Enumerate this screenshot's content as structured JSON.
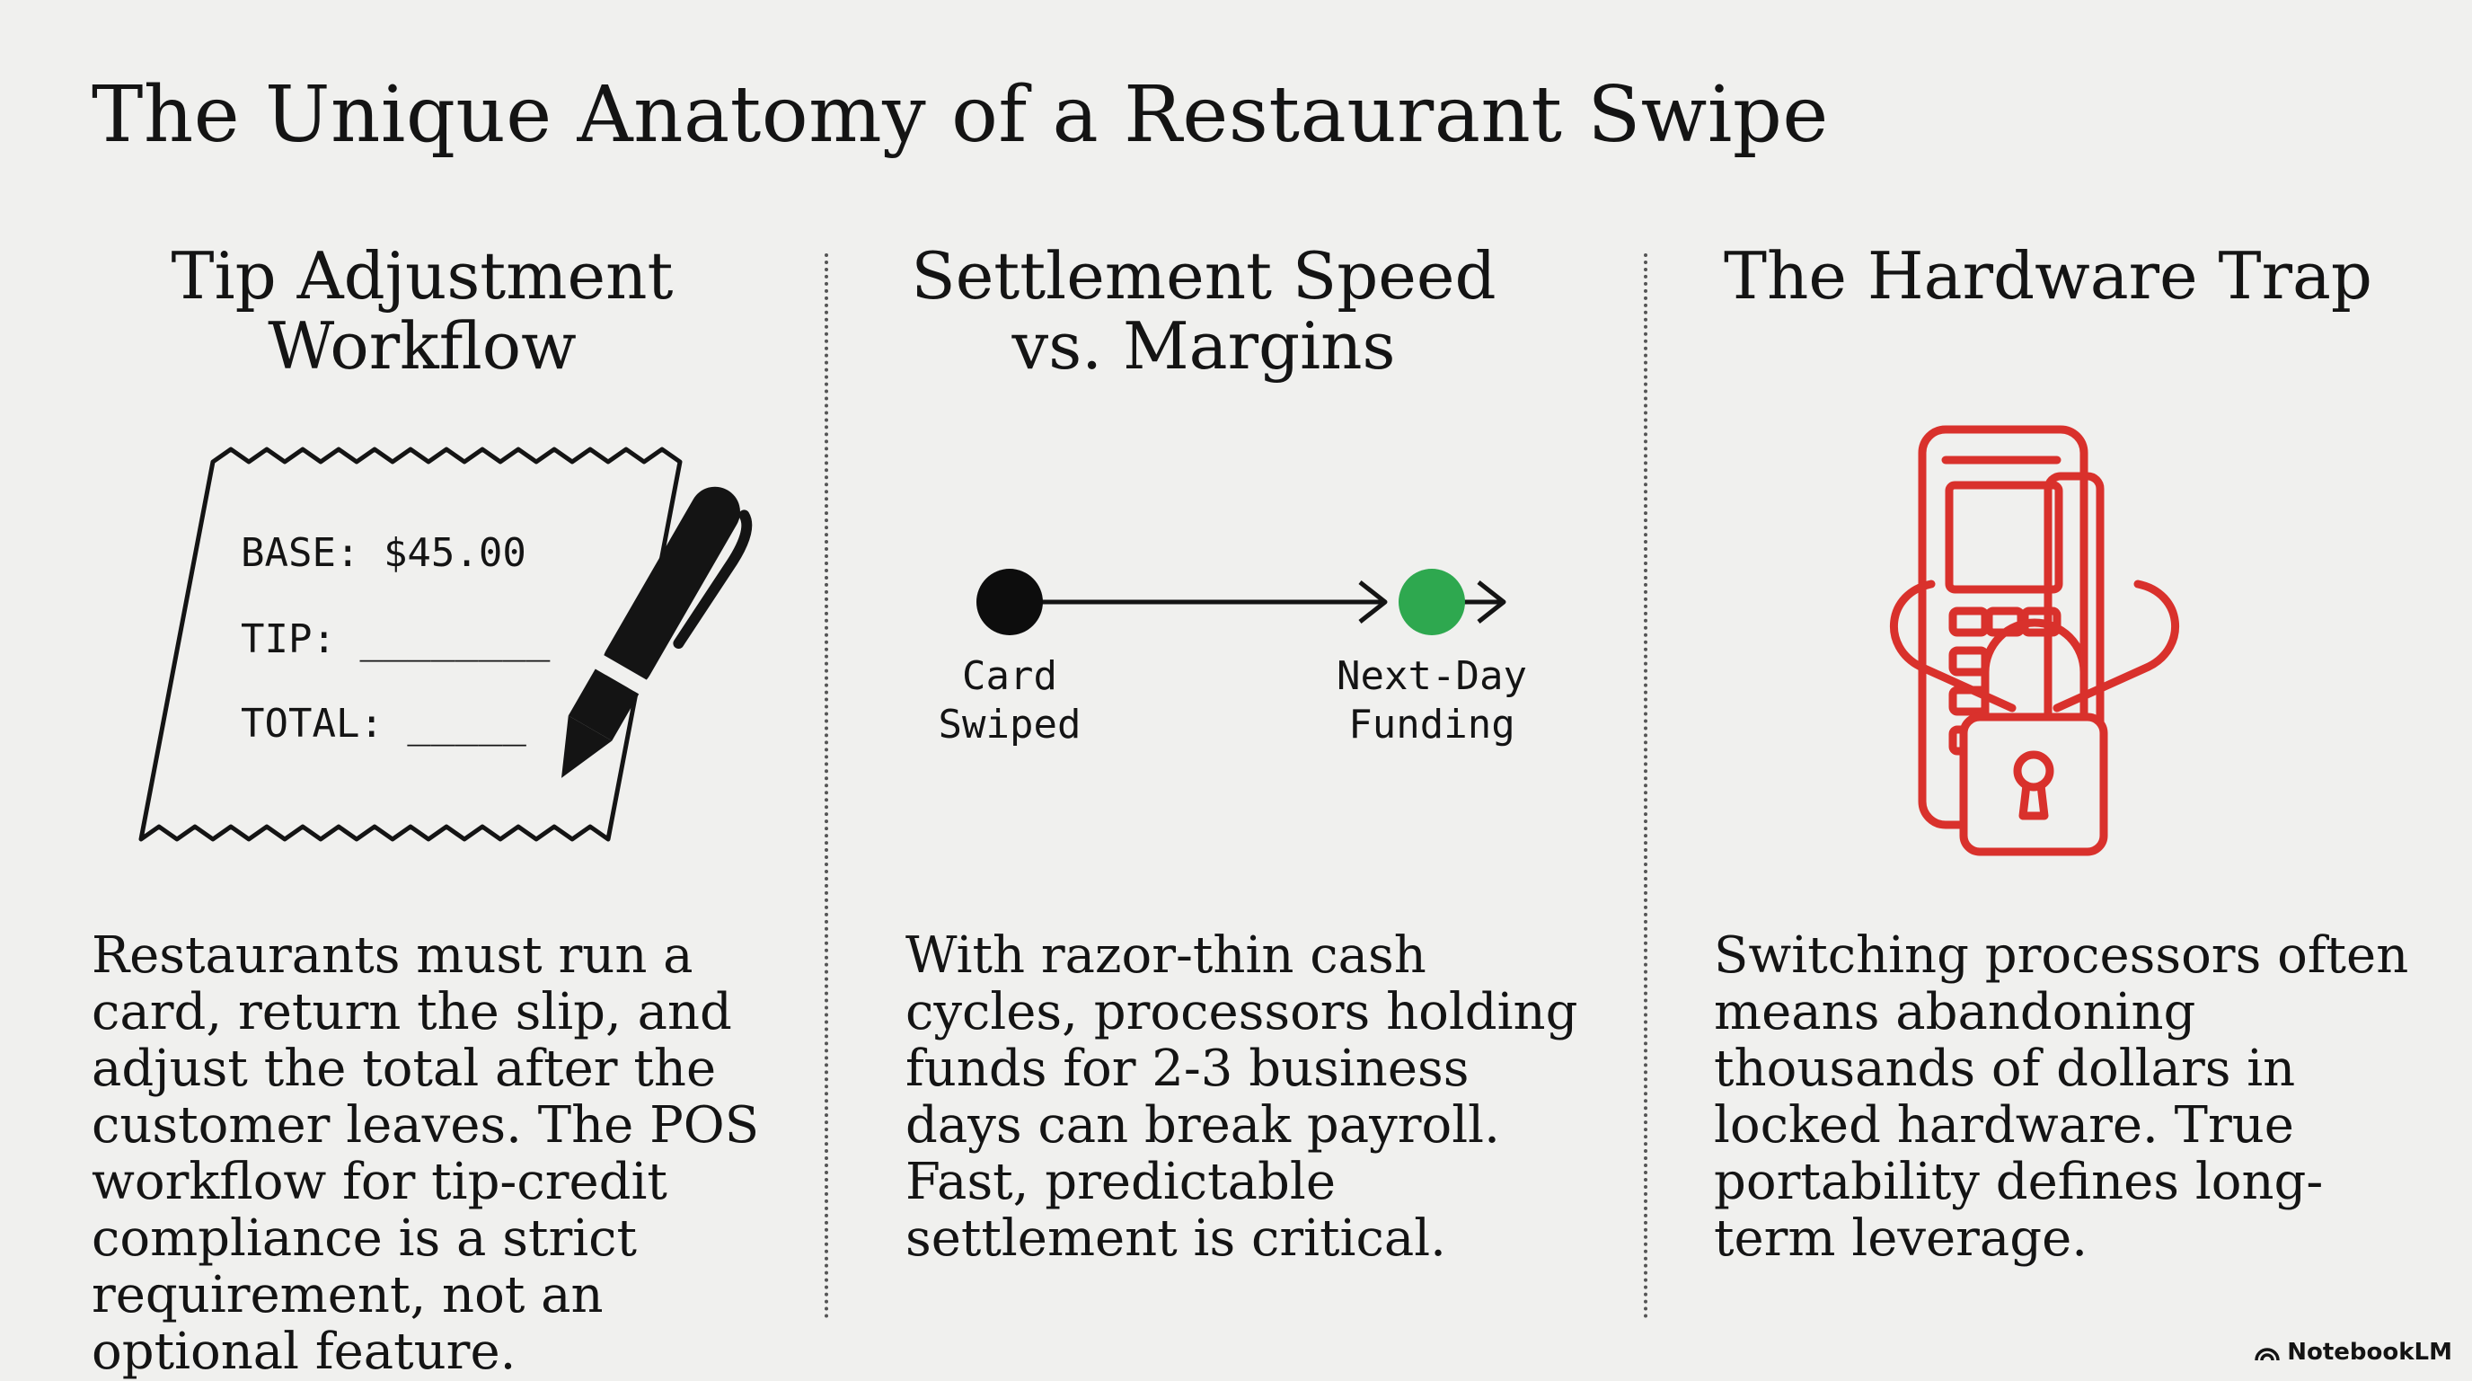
{
  "title": "The Unique Anatomy of a Restaurant Swipe",
  "columns": [
    {
      "heading_line1": "Tip Adjustment",
      "heading_line2": "Workflow",
      "receipt": {
        "base": "BASE: $45.00",
        "tip": "TIP: ________",
        "total": "TOTAL: _____"
      },
      "body": "Restaurants must run a card, return the slip, and adjust the total after the customer leaves. The POS workflow for tip-credit compliance is a strict requirement, not an optional feature."
    },
    {
      "heading_line1": "Settlement Speed",
      "heading_line2": "vs. Margins",
      "timeline": {
        "start_line1": "Card",
        "start_line2": "Swiped",
        "end_line1": "Next-Day",
        "end_line2": "Funding",
        "start_color": "#0d0d0d",
        "end_color": "#2ea84f"
      },
      "body": "With razor-thin cash cycles, processors holding funds for 2-3 business days can break payroll. Fast, predictable settlement is critical."
    },
    {
      "heading_line1": "The Hardware Trap",
      "heading_line2": "",
      "icon": "locked-card-terminal-icon",
      "icon_color": "#d9312c",
      "body": "Switching processors often means abandoning thousands of dollars in locked hardware. True portability defines long-term leverage."
    }
  ],
  "brand": "NotebookLM"
}
